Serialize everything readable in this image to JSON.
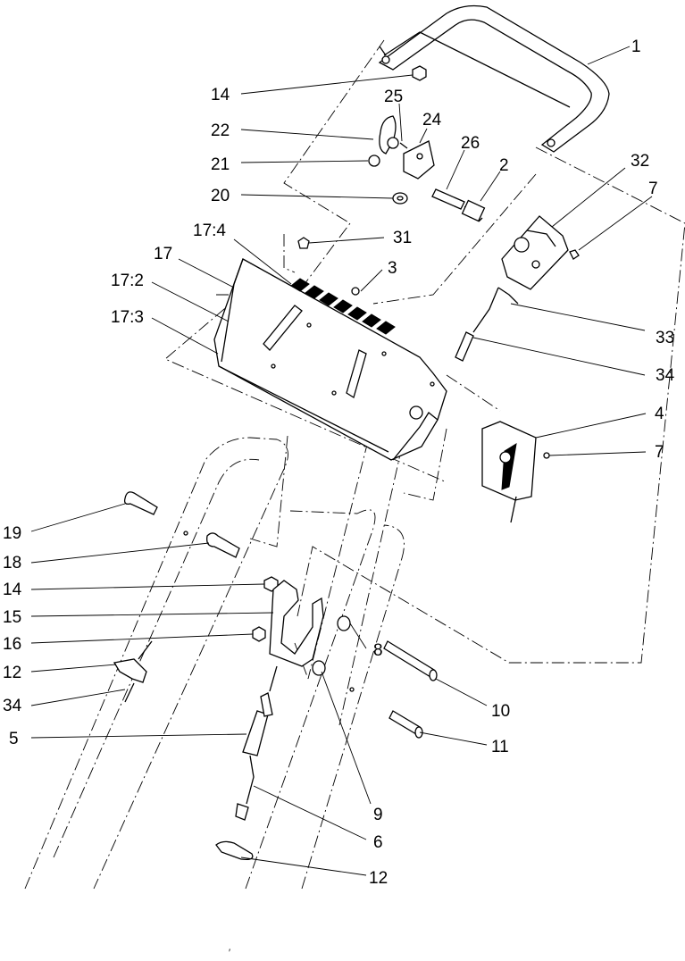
{
  "callouts": [
    {
      "id": "c1",
      "label": "1"
    },
    {
      "id": "c14a",
      "label": "14"
    },
    {
      "id": "c25",
      "label": "25"
    },
    {
      "id": "c24",
      "label": "24"
    },
    {
      "id": "c22",
      "label": "22"
    },
    {
      "id": "c26",
      "label": "26"
    },
    {
      "id": "c2",
      "label": "2"
    },
    {
      "id": "c21",
      "label": "21"
    },
    {
      "id": "c32",
      "label": "32"
    },
    {
      "id": "c20",
      "label": "20"
    },
    {
      "id": "c7a",
      "label": "7"
    },
    {
      "id": "c174",
      "label": "17:4"
    },
    {
      "id": "c31",
      "label": "31"
    },
    {
      "id": "c17",
      "label": "17"
    },
    {
      "id": "c3",
      "label": "3"
    },
    {
      "id": "c172",
      "label": "17:2"
    },
    {
      "id": "c173",
      "label": "17:3"
    },
    {
      "id": "c33",
      "label": "33"
    },
    {
      "id": "c34a",
      "label": "34"
    },
    {
      "id": "c4",
      "label": "4"
    },
    {
      "id": "c7b",
      "label": "7"
    },
    {
      "id": "c19",
      "label": "19"
    },
    {
      "id": "c18",
      "label": "18"
    },
    {
      "id": "c14b",
      "label": "14"
    },
    {
      "id": "c15",
      "label": "15"
    },
    {
      "id": "c8",
      "label": "8"
    },
    {
      "id": "c16",
      "label": "16"
    },
    {
      "id": "c12a",
      "label": "12"
    },
    {
      "id": "c10",
      "label": "10"
    },
    {
      "id": "c34b",
      "label": "34"
    },
    {
      "id": "c11",
      "label": "11"
    },
    {
      "id": "c5",
      "label": "5"
    },
    {
      "id": "c9",
      "label": "9"
    },
    {
      "id": "c6",
      "label": "6"
    },
    {
      "id": "c12b",
      "label": "12"
    }
  ],
  "footer_mark": "′"
}
